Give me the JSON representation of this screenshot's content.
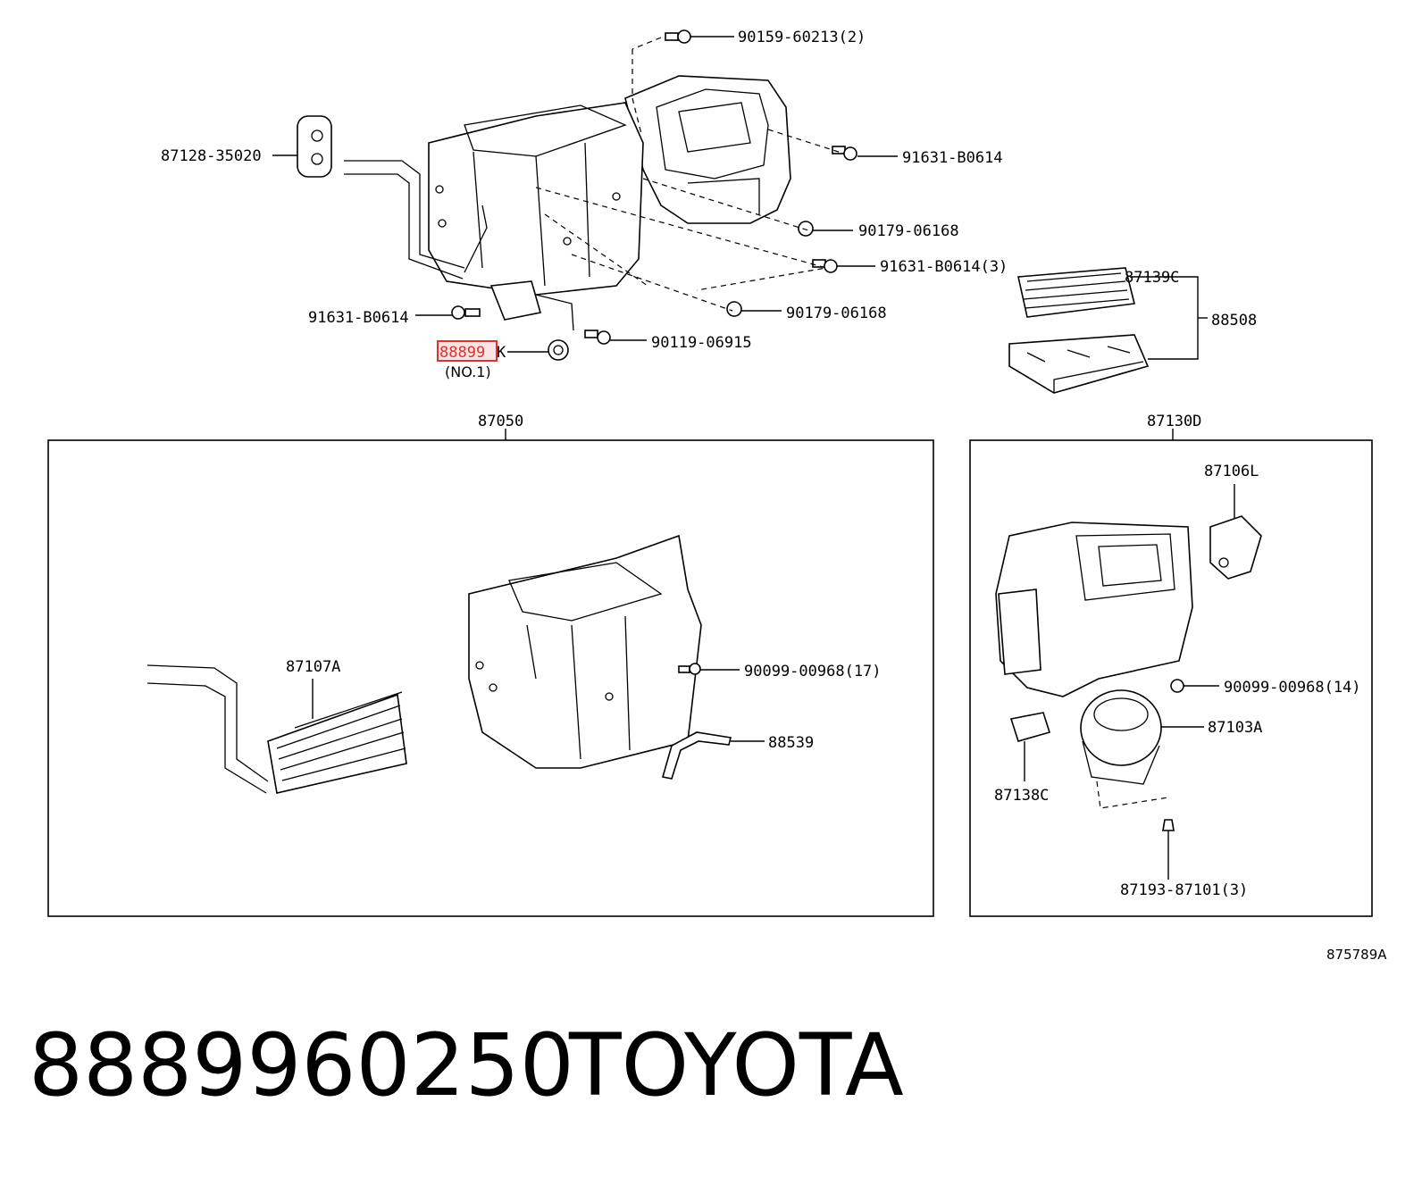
{
  "title": {
    "part_number": "8889960250",
    "brand": "TOYOTA"
  },
  "diagram": {
    "ref_code": "875789A",
    "highlight_color": "#e03030",
    "highlighted_part": {
      "number": "88899",
      "suffix": "K",
      "note": "(NO.1)"
    },
    "callouts": {
      "c90159": "90159-60213(2)",
      "c87128": "87128-35020",
      "c91631a": "91631-B0614",
      "c90179a": "90179-06168",
      "c91631b": "91631-B0614(3)",
      "c90179b": "90179-06168",
      "c91631c": "91631-B0614",
      "c90119": "90119-06915",
      "c87139": "87139C",
      "c88508": "88508",
      "c87050": "87050",
      "c87130": "87130D",
      "c87107": "87107A",
      "c90099a": "90099-00968(17)",
      "c88539": "88539",
      "c87106": "87106L",
      "c90099b": "90099-00968(14)",
      "c87103": "87103A",
      "c87138": "87138C",
      "c87193": "87193-87101(3)"
    }
  }
}
